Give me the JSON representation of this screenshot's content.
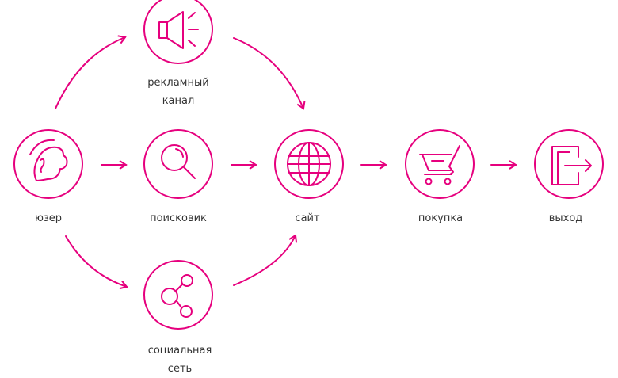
{
  "accent_color": "#e6007e",
  "nodes": {
    "user": {
      "label": "юзер",
      "icon": "ear-icon"
    },
    "ad": {
      "label_line1": "рекламный",
      "label_line2": "канал",
      "icon": "megaphone-icon"
    },
    "search": {
      "label": "поисковик",
      "icon": "magnifier-icon"
    },
    "social": {
      "label_line1": "социальная",
      "label_line2": "сеть",
      "icon": "share-icon"
    },
    "site": {
      "label": "сайт",
      "icon": "globe-icon"
    },
    "purchase": {
      "label": "покупка",
      "icon": "cart-icon"
    },
    "exit": {
      "label": "выход",
      "icon": "exit-icon"
    }
  }
}
